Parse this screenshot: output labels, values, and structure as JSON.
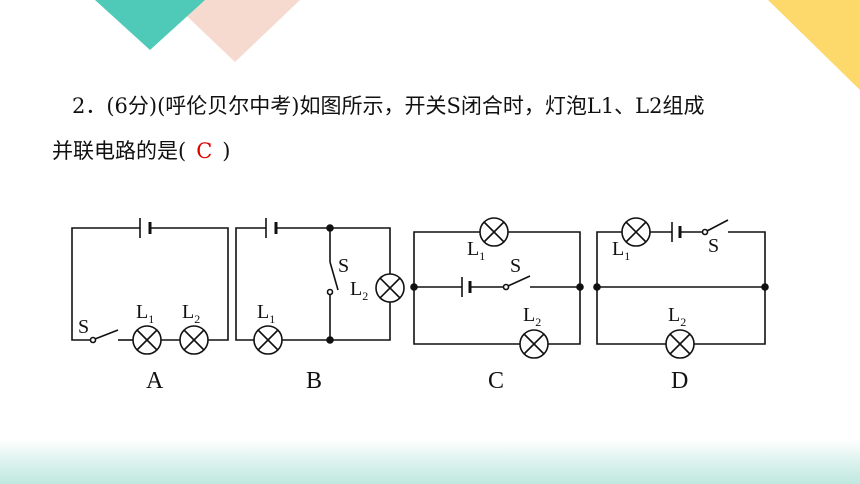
{
  "question": {
    "line1": "2．(6分)(呼伦贝尔中考)如图所示，开关S闭合时，灯泡L1、L2组成",
    "line2_prefix": "并联电路的是(",
    "answer": "C",
    "line2_suffix": ")"
  },
  "circuits": {
    "labels": {
      "a": "A",
      "b": "B",
      "c": "C",
      "d": "D"
    },
    "switch_label": "S",
    "lamp_label": "L",
    "lamp1_sub": "1",
    "lamp2_sub": "2"
  },
  "colors": {
    "teal_triangle": "#4fc9b8",
    "pink_triangle": "#f6d9cf",
    "yellow_triangle": "#fcd96a",
    "answer": "#e00000"
  }
}
